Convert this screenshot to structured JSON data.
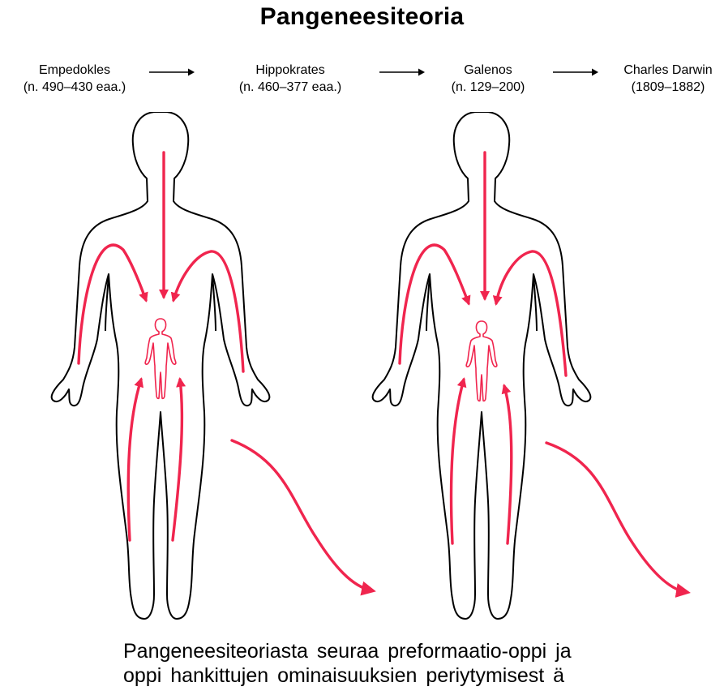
{
  "title": "Pangeneesiteoria",
  "timeline": [
    {
      "name": "Empedokles",
      "years": "(n. 490–430 eaa.)"
    },
    {
      "name": "Hippokrates",
      "years": "(n. 460–377 eaa.)"
    },
    {
      "name": "Galenos",
      "years": "(n. 129–200)"
    },
    {
      "name": "Charles Darwin",
      "years": "(1809–1882)"
    }
  ],
  "caption": {
    "line1": "Pangeneesiteoriasta seuraa preformaatio-oppi ja",
    "line2": "oppi hankittujen ominaisuuksien periytymisest ä"
  },
  "colors": {
    "arrow": "#f0254e",
    "outline": "#000000",
    "timeline_arrow": "#000000"
  }
}
